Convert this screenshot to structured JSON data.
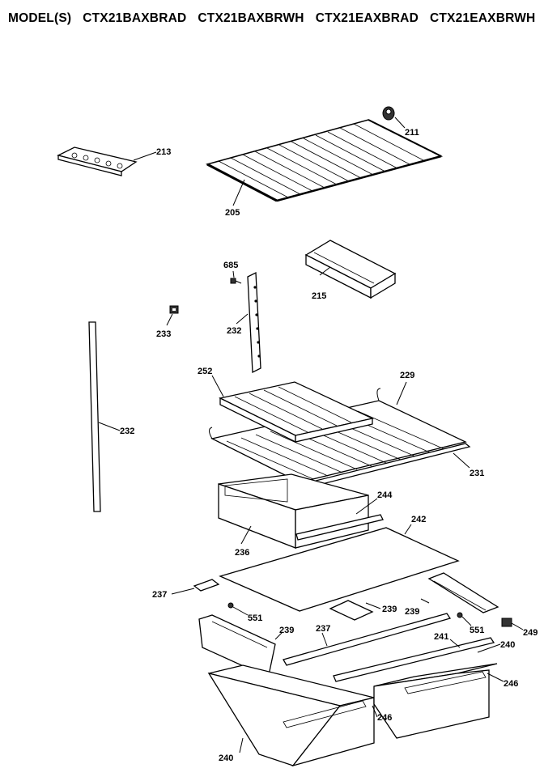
{
  "header": {
    "prefix": "MODEL(S)",
    "models": [
      "CTX21BAXBRAD",
      "CTX21BAXBRWH",
      "CTX21EAXBRAD",
      "CTX21EAXBRWH"
    ]
  },
  "callouts": {
    "c211": "211",
    "c213": "213",
    "c205": "205",
    "c685": "685",
    "c215": "215",
    "c233": "233",
    "c232a": "232",
    "c232b": "232",
    "c252": "252",
    "c229": "229",
    "c231": "231",
    "c244": "244",
    "c242": "242",
    "c236": "236",
    "c237a": "237",
    "c551a": "551",
    "c239a": "239",
    "c239b": "239",
    "c239c": "239",
    "c237b": "237",
    "c551b": "551",
    "c249": "249",
    "c241": "241",
    "c240a": "240",
    "c246a": "246",
    "c246b": "246",
    "c240b": "240"
  }
}
